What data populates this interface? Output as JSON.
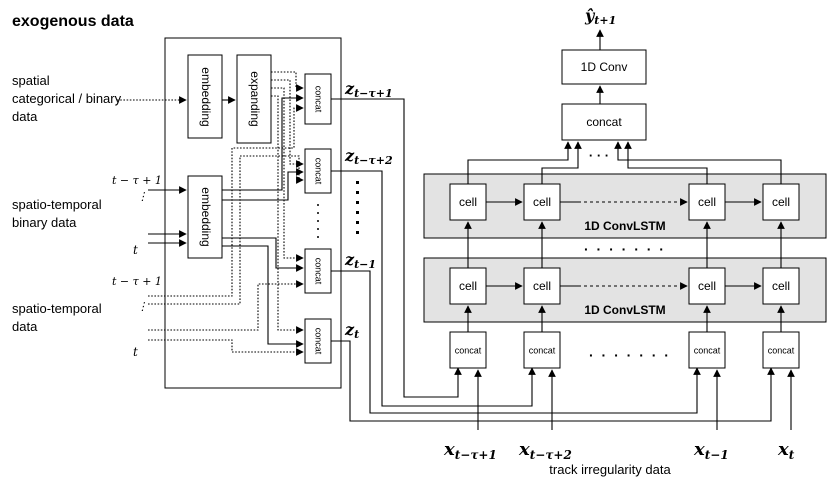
{
  "title": "exogenous data",
  "inputs": {
    "spatial": [
      "spatial",
      "categorical / binary",
      "data"
    ],
    "st_binary": [
      "spatio-temporal",
      "binary data"
    ],
    "st_data": [
      "spatio-temporal",
      "data"
    ],
    "t_start": "t − τ + 1",
    "t_end": "t",
    "vdots": "⋮"
  },
  "blocks": {
    "embedding": "embedding",
    "expanding": "expanding",
    "concat": "concat",
    "cell": "cell",
    "conv1d": "1D Conv",
    "convlstm": "1D ConvLSTM",
    "dots": "· · · · · · ·",
    "top_dots": "· · ·"
  },
  "z_labels": {
    "z1": {
      "base": "z",
      "sub": "t−τ+1"
    },
    "z2": {
      "base": "z",
      "sub": "t−τ+2"
    },
    "z3": {
      "base": "z",
      "sub": "t−1"
    },
    "z4": {
      "base": "z",
      "sub": "t"
    }
  },
  "x_labels": {
    "x1": {
      "base": "x",
      "sub": "t−τ+1"
    },
    "x2": {
      "base": "x",
      "sub": "t−τ+2"
    },
    "x3": {
      "base": "x",
      "sub": "t−1"
    },
    "x4": {
      "base": "x",
      "sub": "t"
    }
  },
  "output": {
    "base": "ŷ",
    "sub": "t+1"
  },
  "bottom_caption": "track irregularity data"
}
